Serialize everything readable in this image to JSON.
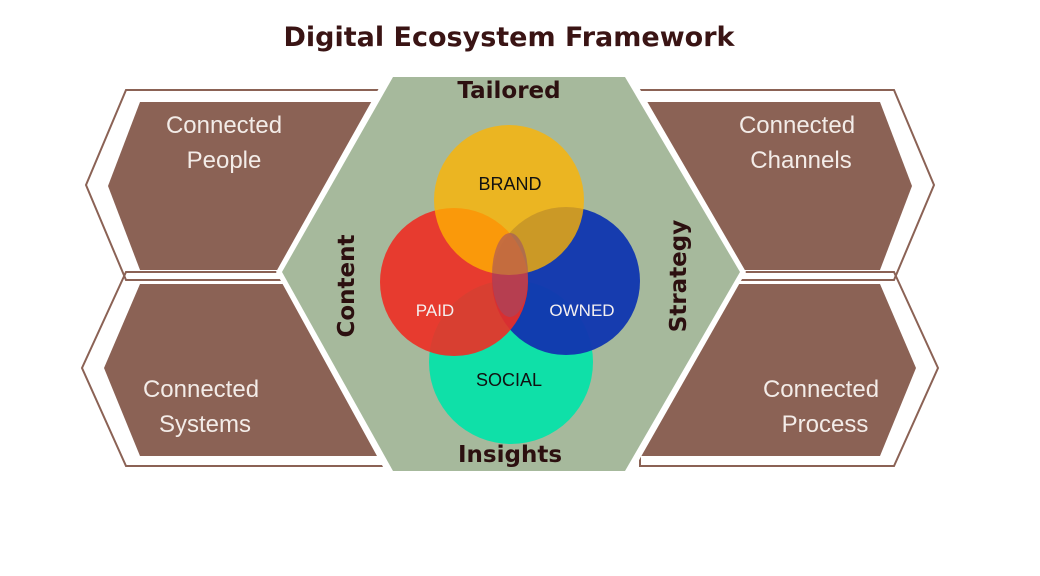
{
  "title": "Digital Ecosystem Framework",
  "colors": {
    "panel_fill": "#8b6255",
    "panel_outline": "#8b6255",
    "center_hex": "#a6b99c",
    "brand": "#ffb300",
    "paid": "#ee2d24",
    "owned": "#1238b0",
    "social": "#0fe0a8",
    "title_text": "#3a1414"
  },
  "panels": {
    "top_left": {
      "line1": "Connected",
      "line2": "People"
    },
    "top_right": {
      "line1": "Connected",
      "line2": "Channels"
    },
    "bottom_left": {
      "line1": "Connected",
      "line2": "Systems"
    },
    "bottom_right": {
      "line1": "Connected",
      "line2": "Process"
    }
  },
  "center": {
    "top": "Tailored",
    "bottom": "Insights",
    "left": "Content",
    "right": "Strategy"
  },
  "venn": {
    "brand": "BRAND",
    "paid": "PAID",
    "owned": "OWNED",
    "social": "SOCIAL"
  }
}
